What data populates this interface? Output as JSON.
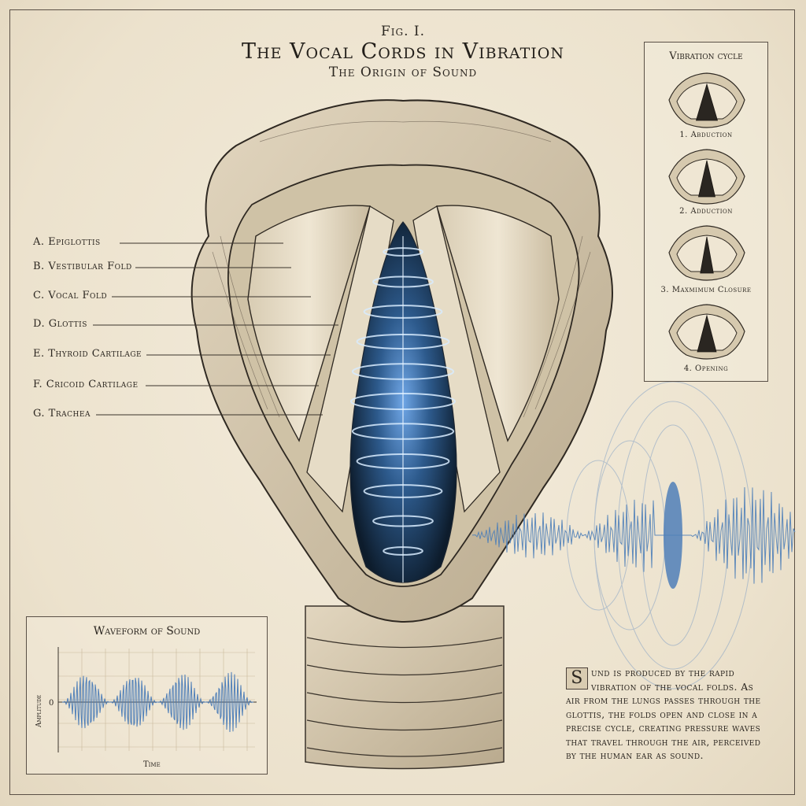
{
  "header": {
    "fig": "Fig. I.",
    "title": "The Vocal Cords in Vibration",
    "subtitle": "The Origin of Sound"
  },
  "labels": [
    {
      "text": "A. Epiglottis"
    },
    {
      "text": "B. Vestibular Fold"
    },
    {
      "text": "C. Vocal Fold"
    },
    {
      "text": "D. Glottis"
    },
    {
      "text": "E. Thyroid Cartilage"
    },
    {
      "text": "F. Cricoid Cartilage"
    },
    {
      "text": "G. Trachea"
    }
  ],
  "cycle": {
    "title": "Vibration cycle",
    "stages": [
      {
        "label": "1. Abduction",
        "opening": 0.9
      },
      {
        "label": "2. Adduction",
        "opening": 0.7
      },
      {
        "label": "3. Maxmimum Closure",
        "opening": 0.55
      },
      {
        "label": "4. Opening",
        "opening": 0.8
      }
    ]
  },
  "waveform": {
    "title": "Waveform of Sound",
    "ylabel": "Amplitude",
    "xlabel": "Time",
    "zero_label": "0",
    "bursts": 4
  },
  "description": {
    "dropcap": "S",
    "text": "und is produced by the rapid vibration of the vocal folds. As air from the lungs passes through the glottis, the folds open and close in a precise cycle, creating pressure waves that travel through the air, perceived by the human ear as sound."
  },
  "colors": {
    "ink": "#2b2620",
    "wave_blue": "#4f7fb8",
    "glow_blue": "#9cc6ff",
    "paper": "#efe6d4"
  }
}
